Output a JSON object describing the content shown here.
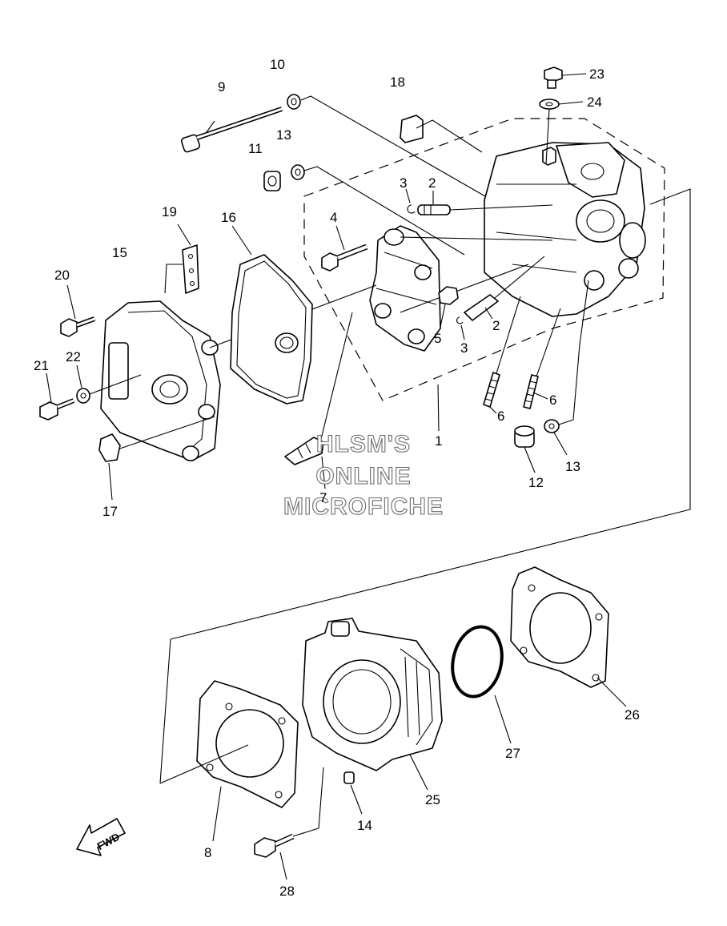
{
  "diagram": {
    "callouts": [
      "1",
      "2",
      "2",
      "3",
      "3",
      "4",
      "5",
      "6",
      "6",
      "7",
      "8",
      "9",
      "10",
      "11",
      "12",
      "13",
      "13",
      "14",
      "15",
      "16",
      "17",
      "18",
      "19",
      "20",
      "21",
      "22",
      "23",
      "24",
      "25",
      "26",
      "27",
      "28"
    ],
    "watermark": [
      "HLSM'S",
      "ONLINE",
      "MICROFICHE"
    ],
    "fwd_label": "FWD"
  }
}
